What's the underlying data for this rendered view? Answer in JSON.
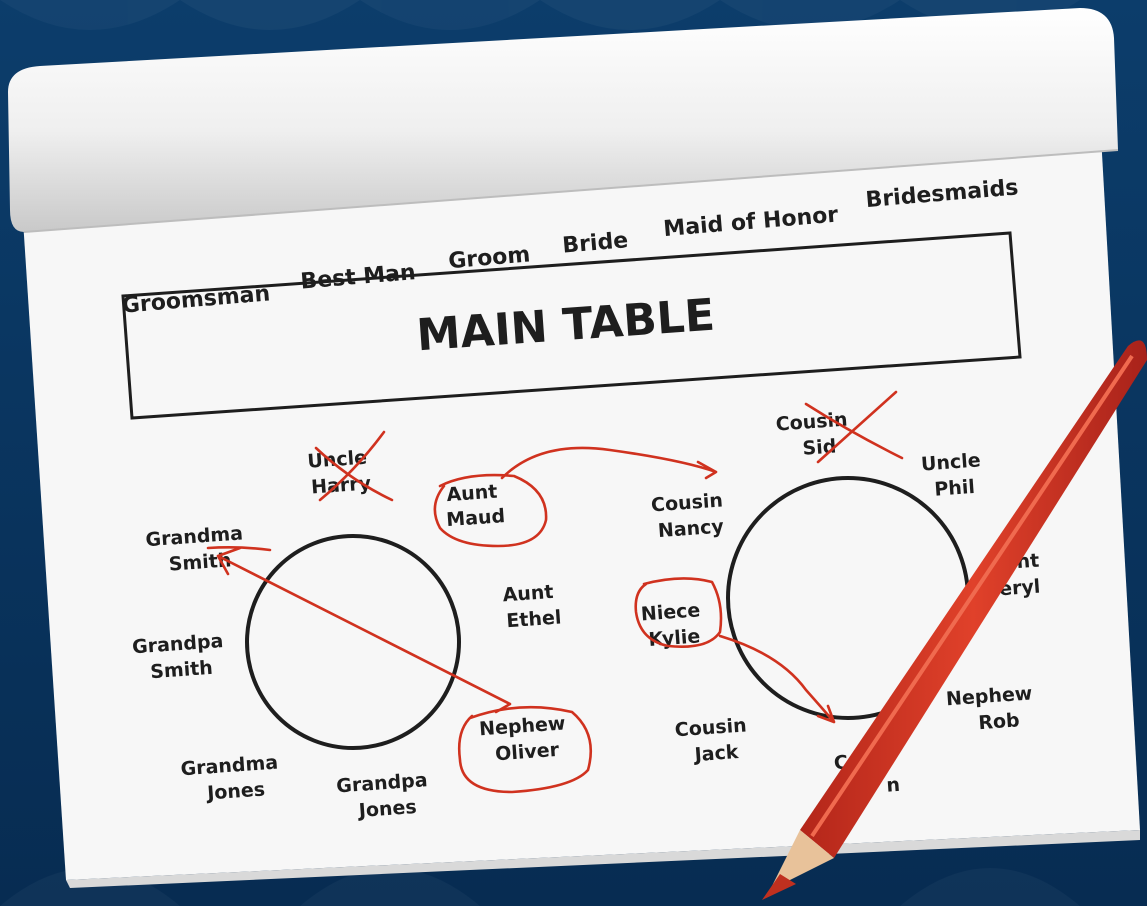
{
  "colors": {
    "background": "#0a3a66",
    "paper": "#f7f7f7",
    "ink": "#1e1e1e",
    "red_pen": "#d0321f",
    "pencil_body": "#d8361f",
    "pencil_wood": "#e8c29a"
  },
  "icons": [
    "pencil-icon"
  ],
  "header_roles": [
    "Groomsman",
    "Best Man",
    "Groom",
    "Bride",
    "Maid of Honor",
    "Bridesmaids"
  ],
  "main_table_label": "MAIN TABLE",
  "left_table": {
    "guests": [
      {
        "line1": "Uncle",
        "line2": "Harry",
        "crossed_out": true
      },
      {
        "line1": "Aunt",
        "line2": "Maud",
        "circled": true
      },
      {
        "line1": "Aunt",
        "line2": "Ethel"
      },
      {
        "line1": "Nephew",
        "line2": "Oliver",
        "circled": true
      },
      {
        "line1": "Grandpa",
        "line2": "Jones"
      },
      {
        "line1": "Grandma",
        "line2": "Jones"
      },
      {
        "line1": "Grandpa",
        "line2": "Smith"
      },
      {
        "line1": "Grandma",
        "line2": "Smith"
      }
    ]
  },
  "right_table": {
    "guests": [
      {
        "line1": "Cousin",
        "line2": "Sid",
        "crossed_out": true
      },
      {
        "line1": "Uncle",
        "line2": "Phil"
      },
      {
        "line1": "nt",
        "line2": "eryl"
      },
      {
        "line1": "Nephew",
        "line2": "Rob"
      },
      {
        "line1": "Co",
        "line2": "n"
      },
      {
        "line1": "Cousin",
        "line2": "Jack"
      },
      {
        "line1": "Niece",
        "line2": "Kylie",
        "circled": true
      },
      {
        "line1": "Cousin",
        "line2": "Nancy"
      }
    ]
  }
}
